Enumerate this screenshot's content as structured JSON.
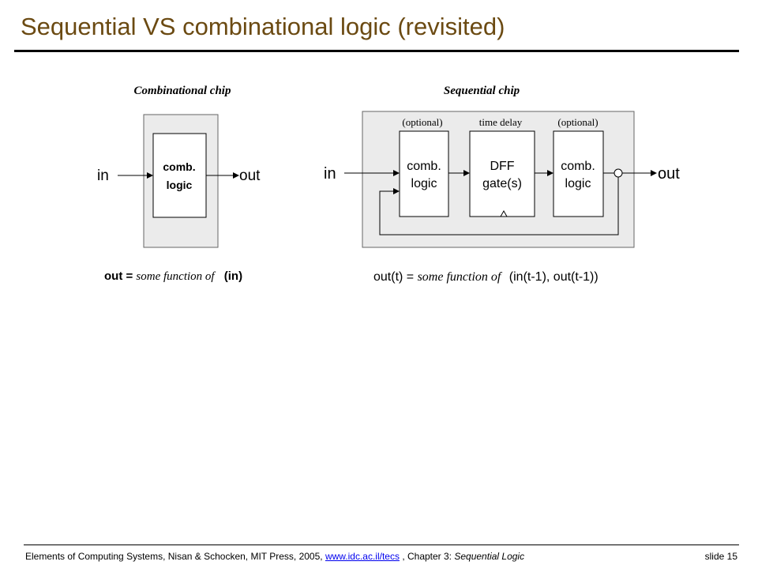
{
  "slide": {
    "title": "Sequential VS combinational logic (revisited)"
  },
  "combinational": {
    "heading": "Combinational chip",
    "box_line1": "comb.",
    "box_line2": "logic",
    "in_label": "in",
    "out_label": "out",
    "formula_prefix": "out = ",
    "formula_italic": "some function of",
    "formula_suffix": "(in)"
  },
  "sequential": {
    "heading": "Sequential chip",
    "annot_left": "(optional)",
    "annot_mid": "time delay",
    "annot_right": "(optional)",
    "box1_line1": "comb.",
    "box1_line2": "logic",
    "box2_line1": "DFF",
    "box2_line2": "gate(s)",
    "box3_line1": "comb.",
    "box3_line2": "logic",
    "in_label": "in",
    "out_label": "out",
    "formula_prefix": "out(t) = ",
    "formula_italic": "some function of",
    "formula_suffix": "(in(t-1), out(t-1))"
  },
  "footer": {
    "text_before": "Elements of Computing Systems, Nisan & Schocken, MIT Press, 2005, ",
    "link": "www.idc.ac.il/tecs",
    "text_mid": " , Chapter 3: ",
    "chapter": "Sequential Logic",
    "slide_number": "slide 15"
  }
}
